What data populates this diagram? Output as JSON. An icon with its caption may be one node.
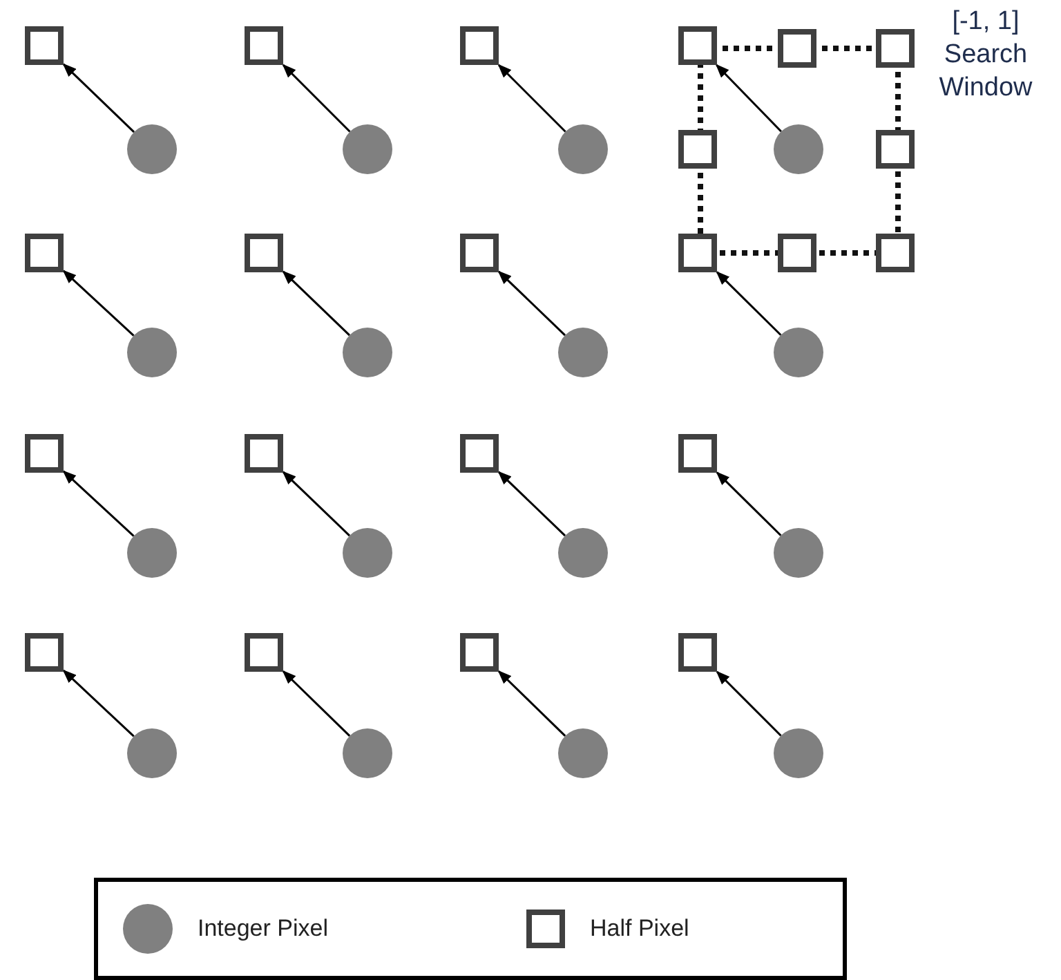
{
  "diagram": {
    "nodes": [
      {
        "text": [
          "[-1, 1] Search Window"
        ]
      },
      {
        "text": [],
        "shape": "box"
      },
      {
        "text": [],
        "shape": "circle"
      },
      {
        "text": [],
        "shape": "box"
      },
      {
        "text": [],
        "shape": "circle"
      },
      {
        "text": [],
        "shape": "box"
      },
      {
        "text": [],
        "shape": "circle"
      },
      {
        "text": [],
        "shape": "box"
      },
      {
        "text": [],
        "shape": "circle",
        "in": 0
      },
      {
        "text": [],
        "shape": "box"
      },
      {
        "text": [],
        "shape": "circle"
      },
      {
        "text": [],
        "shape": "box"
      },
      {
        "text": [],
        "shape": "circle"
      },
      {
        "text": [],
        "shape": "box"
      },
      {
        "text": [],
        "shape": "circle"
      },
      {
        "text": [],
        "shape": "box"
      },
      {
        "text": [],
        "shape": "circle"
      },
      {
        "text": [],
        "shape": "box"
      },
      {
        "text": [],
        "shape": "circle"
      },
      {
        "text": [],
        "shape": "box"
      },
      {
        "text": [],
        "shape": "circle"
      },
      {
        "text": [],
        "shape": "box"
      },
      {
        "text": [],
        "shape": "circle"
      },
      {
        "text": [],
        "shape": "box"
      },
      {
        "text": [],
        "shape": "circle"
      },
      {
        "text": [],
        "shape": "box"
      },
      {
        "text": [],
        "shape": "circle"
      },
      {
        "text": [],
        "shape": "box"
      },
      {
        "text": [],
        "shape": "circle"
      },
      {
        "text": [],
        "shape": "box"
      },
      {
        "text": [],
        "shape": "circle"
      },
      {
        "text": [],
        "shape": "box"
      },
      {
        "text": [],
        "shape": "circle"
      },
      {
        "text": [],
        "shape": "box"
      },
      {
        "text": [],
        "shape": "box"
      },
      {
        "text": [],
        "shape": "box"
      },
      {
        "text": [],
        "shape": "box"
      },
      {
        "text": [],
        "shape": "box"
      },
      {
        "text": [],
        "shape": "box"
      }
    ],
    "edges": [
      {
        "from": 2,
        "to": 1,
        "arrow": "to"
      },
      {
        "from": 4,
        "to": 3,
        "arrow": "to"
      },
      {
        "from": 6,
        "to": 5,
        "arrow": "to"
      },
      {
        "from": 8,
        "to": 7,
        "arrow": "to"
      },
      {
        "from": 10,
        "to": 9,
        "arrow": "to"
      },
      {
        "from": 12,
        "to": 11,
        "arrow": "to"
      },
      {
        "from": 14,
        "to": 13,
        "arrow": "to"
      },
      {
        "from": 16,
        "to": 15,
        "arrow": "to"
      },
      {
        "from": 18,
        "to": 17,
        "arrow": "to"
      },
      {
        "from": 20,
        "to": 19,
        "arrow": "to"
      },
      {
        "from": 22,
        "to": 21,
        "arrow": "to"
      },
      {
        "from": 24,
        "to": 23,
        "arrow": "to"
      },
      {
        "from": 26,
        "to": 25,
        "arrow": "to"
      },
      {
        "from": 28,
        "to": 27,
        "arrow": "to"
      },
      {
        "from": 30,
        "to": 29,
        "arrow": "to"
      },
      {
        "from": 32,
        "to": 31,
        "arrow": "to"
      }
    ],
    "legend": [
      {
        "text": "Integer Pixel"
      },
      {
        "text": "Half Pixel"
      }
    ]
  }
}
